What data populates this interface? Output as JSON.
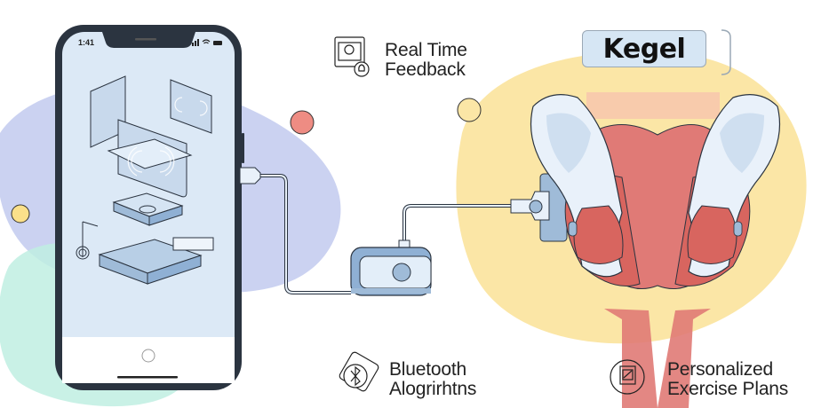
{
  "title": "Kegel",
  "features": [
    {
      "id": "real-time-feedback",
      "line1": "Real Time",
      "line2": "Feedback",
      "icon": "monitor-lightbulb-icon"
    },
    {
      "id": "bluetooth-algorithms",
      "line1": "Bluetooth",
      "line2": "Alogrirhtns",
      "icon": "bluetooth-badge-icon"
    },
    {
      "id": "personalized-plans",
      "line1": "Personalized",
      "line2": "Exercise Plans",
      "icon": "tablet-circle-icon"
    }
  ],
  "phone": {
    "time": "1:41",
    "status_icons": [
      "signal-icon",
      "wifi-icon",
      "battery-icon"
    ]
  },
  "colors": {
    "blob_purple": "#c5cdf0",
    "blob_teal": "#bfeee2",
    "blob_yellow": "#fbe6a6",
    "dot_red": "#ee8c83",
    "dot_yellow": "#fbe08a",
    "screen_bg": "#dce9f6",
    "device_blue": "#8fb0d4",
    "muscle_red": "#e07a76",
    "bone_white": "#e9f1fa"
  }
}
